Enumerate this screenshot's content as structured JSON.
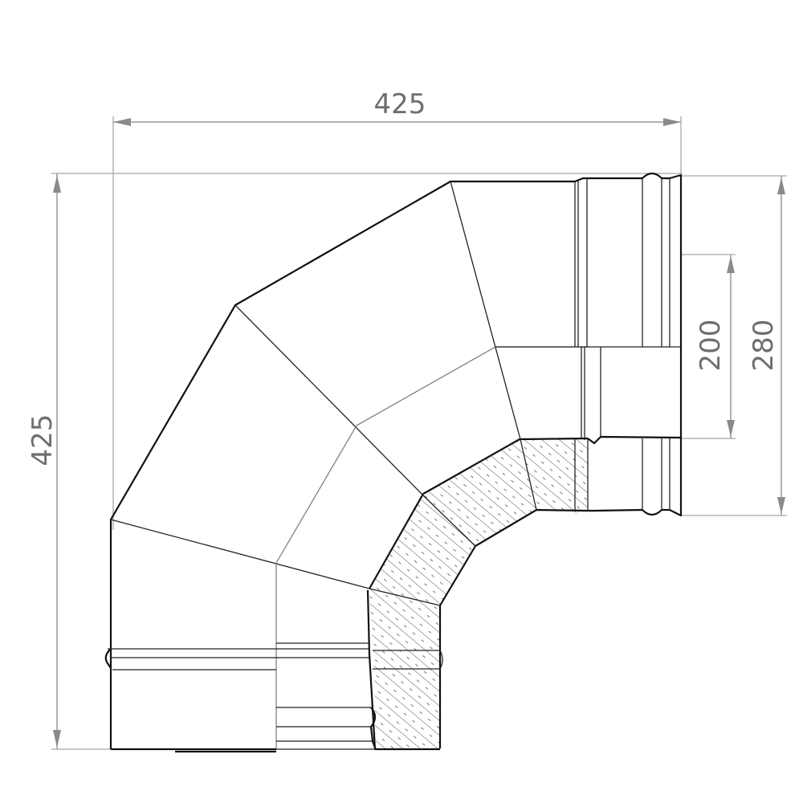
{
  "drawing": {
    "subject": "90° insulated chimney elbow, section view",
    "dimensions": {
      "overall_width": {
        "label": "425",
        "orientation": "horizontal"
      },
      "overall_height": {
        "label": "425",
        "orientation": "vertical"
      },
      "inner_diameter": {
        "label": "200",
        "orientation": "vertical"
      },
      "outer_diameter": {
        "label": "280",
        "orientation": "vertical"
      }
    },
    "colors": {
      "outline": "#111111",
      "dimension": "#9a9a9a",
      "dimension_text": "#6e6e6e",
      "hatch": "#555555",
      "background": "#ffffff"
    }
  }
}
